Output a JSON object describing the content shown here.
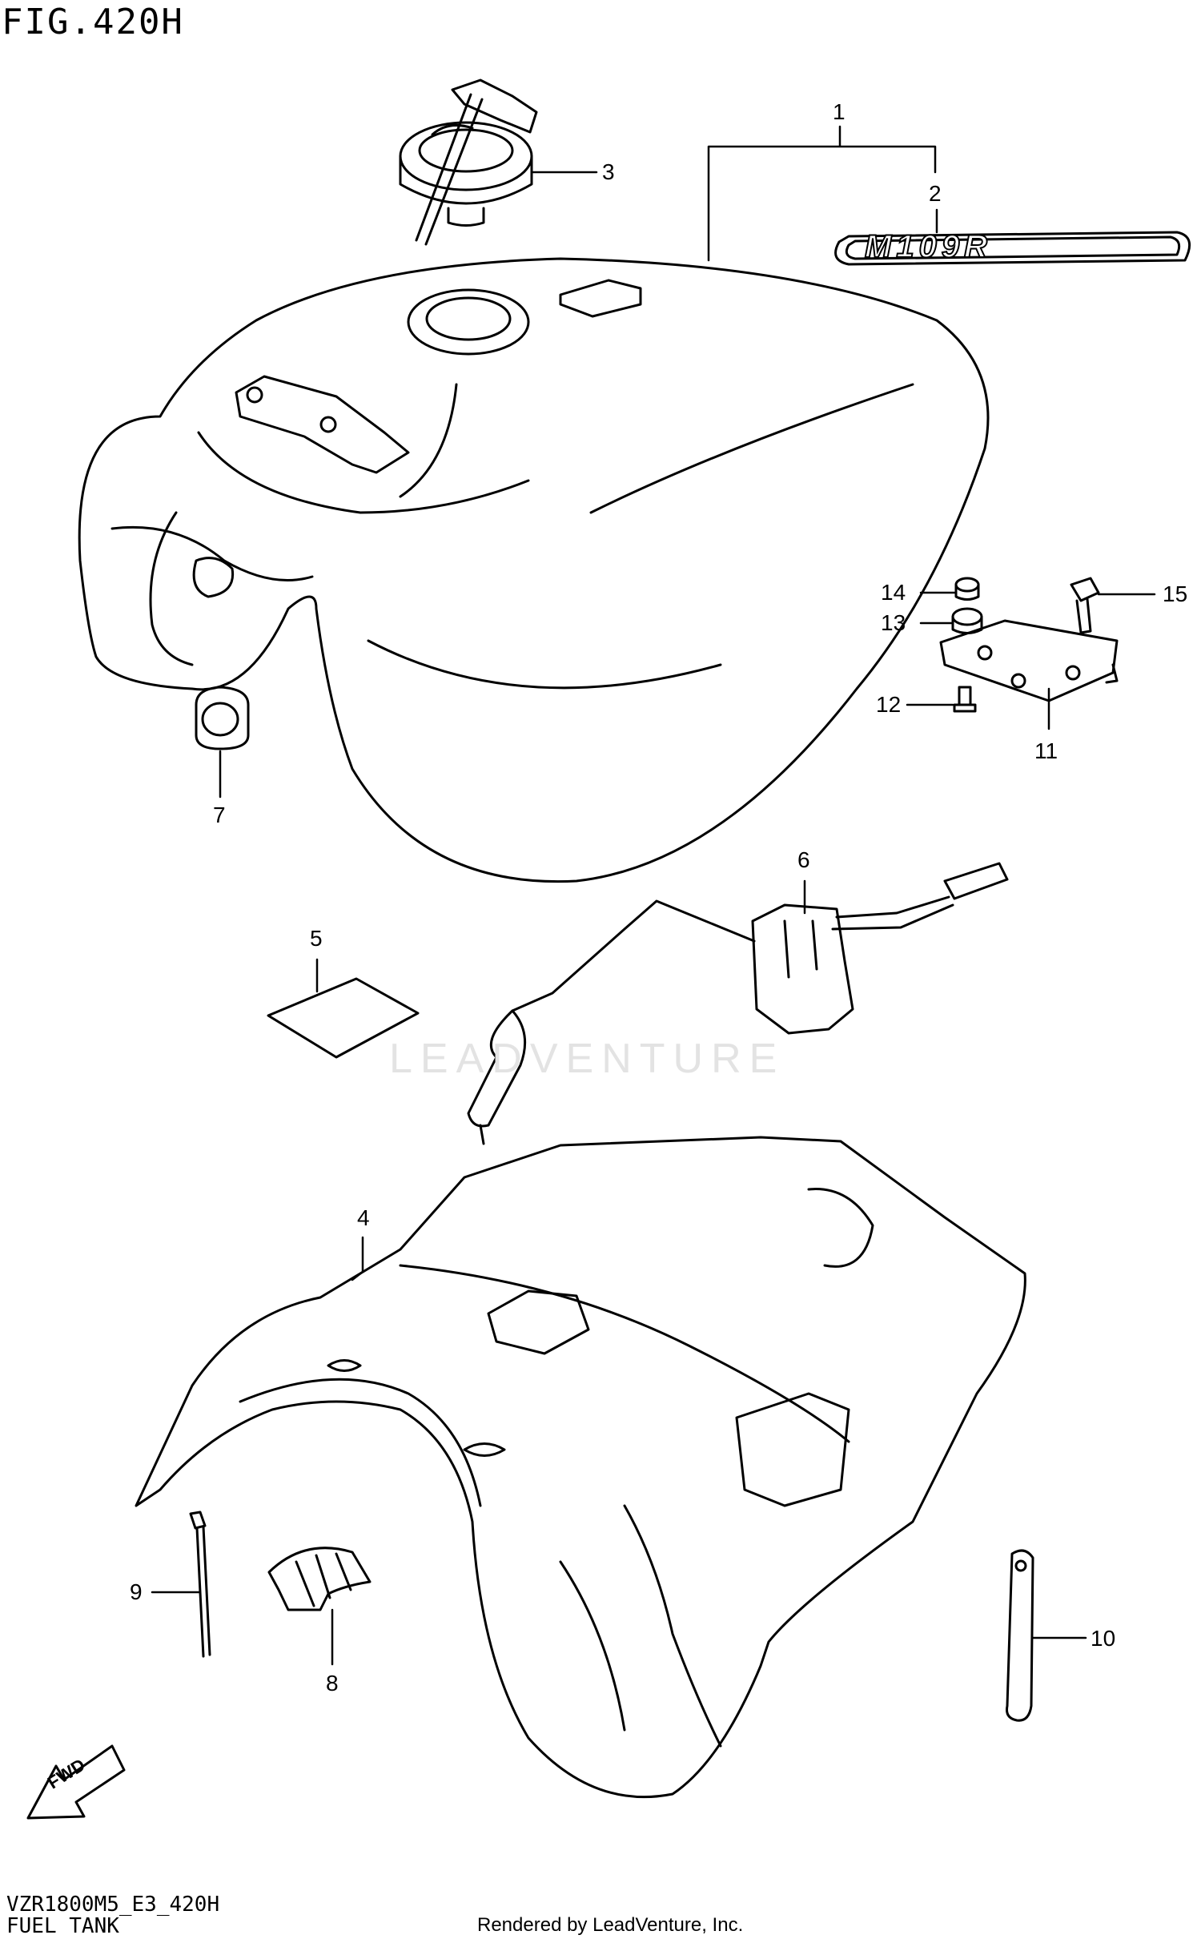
{
  "figure": {
    "title": "FIG.420H",
    "model_code": "VZR1800M5_E3_420H",
    "section_name": "FUEL TANK",
    "credit": "Rendered by LeadVenture, Inc.",
    "watermark": "LEADVENTURE",
    "badge_text": "M109R",
    "fwd_label": "FWD"
  },
  "callouts": {
    "c1": "1",
    "c2": "2",
    "c3": "3",
    "c4": "4",
    "c5": "5",
    "c6": "6",
    "c7": "7",
    "c8": "8",
    "c9": "9",
    "c10": "10",
    "c11": "11",
    "c12": "12",
    "c13": "13",
    "c14": "14",
    "c15": "15"
  }
}
